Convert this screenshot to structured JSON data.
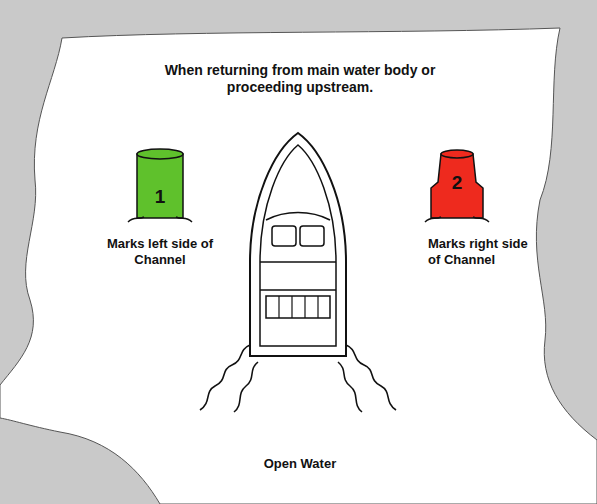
{
  "diagram": {
    "title": "When returning from main water body or proceeding upstream.",
    "nodes": [
      {
        "text": [
          "1",
          "Marks left side of Channel"
        ]
      },
      {
        "text": [
          "2",
          "Marks right side of Channel"
        ]
      }
    ],
    "labels": [
      "Open Water"
    ]
  }
}
